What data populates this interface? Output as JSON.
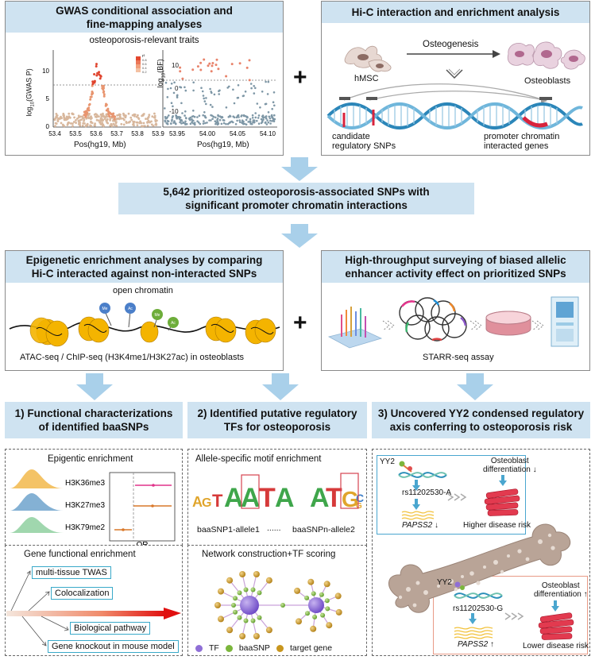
{
  "panel_gwas": {
    "title_line1": "GWAS conditional association and",
    "title_line2": "fine-mapping analyses",
    "subtitle": "osteoporosis-relevant traits",
    "left_plot": {
      "ylabel": "log10(GWAS P)",
      "ylabel_main": "log",
      "ylabel_sub": "10",
      "ylabel_rest": "(GWAS P)",
      "xlabel": "Pos(hg19, Mb)",
      "yticks": [
        "0",
        "5",
        "10"
      ],
      "xticks": [
        "53.4",
        "53.5",
        "53.6",
        "53.7",
        "53.8",
        "53.9"
      ],
      "legend_label": "r²",
      "legend_values": [
        "0.8",
        "0.6",
        "0.4",
        "0.2"
      ]
    },
    "right_plot": {
      "ylabel_main": "log",
      "ylabel_sub": "10",
      "ylabel_rest": "(BF)",
      "xlabel": "Pos(hg19, Mb)",
      "yticks": [
        "10",
        "0",
        "-10"
      ],
      "xticks": [
        "53.95",
        "54.00",
        "54.05",
        "54.10"
      ]
    }
  },
  "panel_hic": {
    "title": "Hi-C interaction and enrichment analysis",
    "process_label": "Osteogenesis",
    "cell_left": "hMSC",
    "cell_right": "Osteoblasts",
    "label_snps_1": "candidate",
    "label_snps_2": "regulatory SNPs",
    "label_genes_1": "promoter chromatin",
    "label_genes_2": "interacted genes"
  },
  "banner_prioritized": {
    "line1": "5,642 prioritized osteoporosis-associated SNPs with",
    "line2": "significant promoter chromatin interactions"
  },
  "panel_epigenetic": {
    "title_line1": "Epigenetic enrichment analyses by comparing",
    "title_line2": "Hi-C interacted against non-interacted SNPs",
    "open_chromatin": "open chromatin",
    "caption": "ATAC-seq / ChIP-seq (H3K4me1/H3K27ac) in osteoblasts",
    "marks": [
      "Me",
      "Ac",
      "Me",
      "Ac"
    ]
  },
  "panel_starr": {
    "title_line1": "High-throughput surveying of biased allelic",
    "title_line2": "enhancer activity effect on prioritized SNPs",
    "caption": "STARR-seq assay"
  },
  "section1": {
    "title_line1": "1) Functional characterizations",
    "title_line2": "of identified baaSNPs",
    "epigenetic": {
      "title": "Epigentic enrichment",
      "marks": [
        "H3K36me3",
        "H3K27me3",
        "H3K79me2"
      ],
      "xlabel": "OR",
      "colors": [
        "#f2b94b",
        "#6fa3cc",
        "#8fd0a0"
      ],
      "point_colors": [
        "#e0338a",
        "#d9782a",
        "#d9782a"
      ]
    },
    "gene": {
      "title": "Gene functional enrichment",
      "items": [
        "multi-tissue TWAS",
        "Colocalization",
        "Biological pathway",
        "Gene knockout in mouse model"
      ]
    }
  },
  "section2": {
    "title_line1": "2) Identified putative regulatory",
    "title_line2": "TFs for osteoporosis",
    "motif": {
      "title": "Allele-specific motif enrichment",
      "logo1": "AGTAATA",
      "logo2": "ATGCG",
      "label1": "baaSNP1-allele1",
      "dots": "......",
      "label2": "baaSNPn-allele2"
    },
    "network": {
      "title": "Network construction+TF scoring",
      "legend": [
        "TF",
        "baaSNP",
        "target gene"
      ],
      "colors": [
        "#8f6fd6",
        "#7bb63c",
        "#c8961e"
      ]
    }
  },
  "section3": {
    "title_line1": "3) Uncovered YY2 condensed regulatory",
    "title_line2": "axis conferring to osteoporosis risk",
    "top": {
      "tf": "YY2",
      "snp": "rs11202530-A",
      "gene": "PAPSS2",
      "gene_arrow": "↓",
      "diff_line1": "Osteoblast",
      "diff_line2": "differentiation",
      "diff_arrow": "↓",
      "risk": "Higher disease risk"
    },
    "bottom": {
      "tf": "YY2",
      "snp": "rs11202530-G",
      "gene": "PAPSS2",
      "gene_arrow": "↑",
      "diff_line1": "Osteoblast",
      "diff_line2": "differentiation",
      "diff_arrow": "↑",
      "risk": "Lower disease risk"
    }
  },
  "plus_sign": "+",
  "colors": {
    "banner_blue": "#cfe3f1",
    "arrow_blue": "#a9d0ea",
    "dna_blue": "#2b86b9",
    "gwas_red": "#e0452f",
    "gwas_tan": "#d8b79c",
    "bf_gray": "#7e97a6",
    "bone": "#b9a497"
  }
}
